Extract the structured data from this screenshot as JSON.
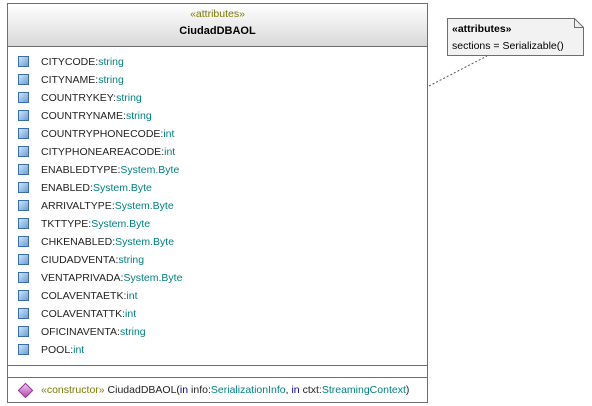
{
  "class": {
    "stereotype": "«attributes»",
    "name": "CiudadDBAOL",
    "attributes": [
      {
        "name": "CITYCODE",
        "type": "string"
      },
      {
        "name": "CITYNAME",
        "type": "string"
      },
      {
        "name": "COUNTRYKEY",
        "type": "string"
      },
      {
        "name": "COUNTRYNAME",
        "type": "string"
      },
      {
        "name": "COUNTRYPHONECODE",
        "type": "int"
      },
      {
        "name": "CITYPHONEAREACODE",
        "type": "int"
      },
      {
        "name": "ENABLEDTYPE",
        "type": "System.Byte"
      },
      {
        "name": "ENABLED",
        "type": "System.Byte"
      },
      {
        "name": "ARRIVALTYPE",
        "type": "System.Byte"
      },
      {
        "name": "TKTTYPE",
        "type": "System.Byte"
      },
      {
        "name": "CHKENABLED",
        "type": "System.Byte"
      },
      {
        "name": "CIUDADVENTA",
        "type": "string"
      },
      {
        "name": "VENTAPRIVADA",
        "type": "System.Byte"
      },
      {
        "name": "COLAVENTAETK",
        "type": "int"
      },
      {
        "name": "COLAVENTATTK",
        "type": "int"
      },
      {
        "name": "OFICINAVENTA",
        "type": "string"
      },
      {
        "name": "POOL",
        "type": "int"
      }
    ],
    "operation": {
      "stereotype": "«constructor»",
      "name": "CiudadDBAOL",
      "params": [
        {
          "mode": "in",
          "name": "info",
          "type": "SerializationInfo"
        },
        {
          "mode": "in",
          "name": "ctxt",
          "type": "StreamingContext"
        }
      ]
    }
  },
  "note": {
    "title": "«attributes»",
    "body": "sections = Serializable()"
  },
  "colors": {
    "border": "#6e6e6e",
    "stereotype": "#7a7a00",
    "type": "#008080",
    "param_mode": "#00008b",
    "note_fill": "#f2f2f2"
  }
}
